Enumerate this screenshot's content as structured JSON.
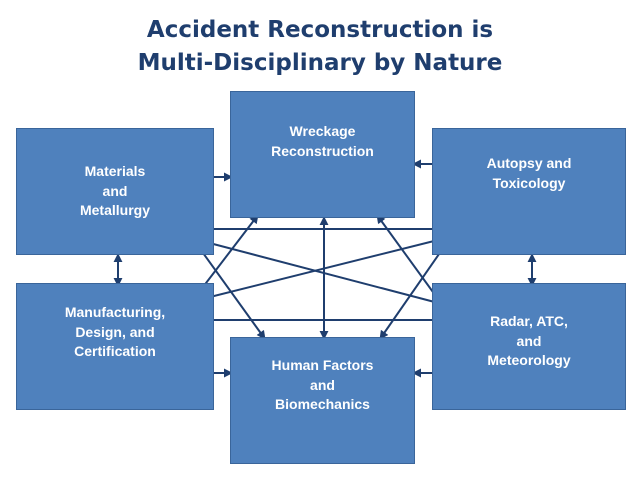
{
  "title": {
    "line1": "Accident Reconstruction is",
    "line2": "Multi-Disciplinary by Nature"
  },
  "colors": {
    "title": "#1F3E6E",
    "box_fill": "#4F81BD",
    "box_border": "#3A659A",
    "box_text": "#FFFFFF",
    "arrow": "#1F3E6E"
  },
  "boxes": {
    "materials": {
      "lines": [
        "Materials",
        "and",
        "Metallurgy"
      ]
    },
    "wreckage": {
      "lines": [
        "Wreckage",
        "Reconstruction"
      ]
    },
    "autopsy": {
      "lines": [
        "Autopsy and",
        "Toxicology"
      ]
    },
    "manufacturing": {
      "lines": [
        "Manufacturing,",
        "Design, and",
        "Certification"
      ]
    },
    "human_factors": {
      "lines": [
        "Human Factors",
        "and",
        "Biomechanics"
      ]
    },
    "radar": {
      "lines": [
        "Radar, ATC,",
        "and",
        "Meteorology"
      ]
    }
  }
}
